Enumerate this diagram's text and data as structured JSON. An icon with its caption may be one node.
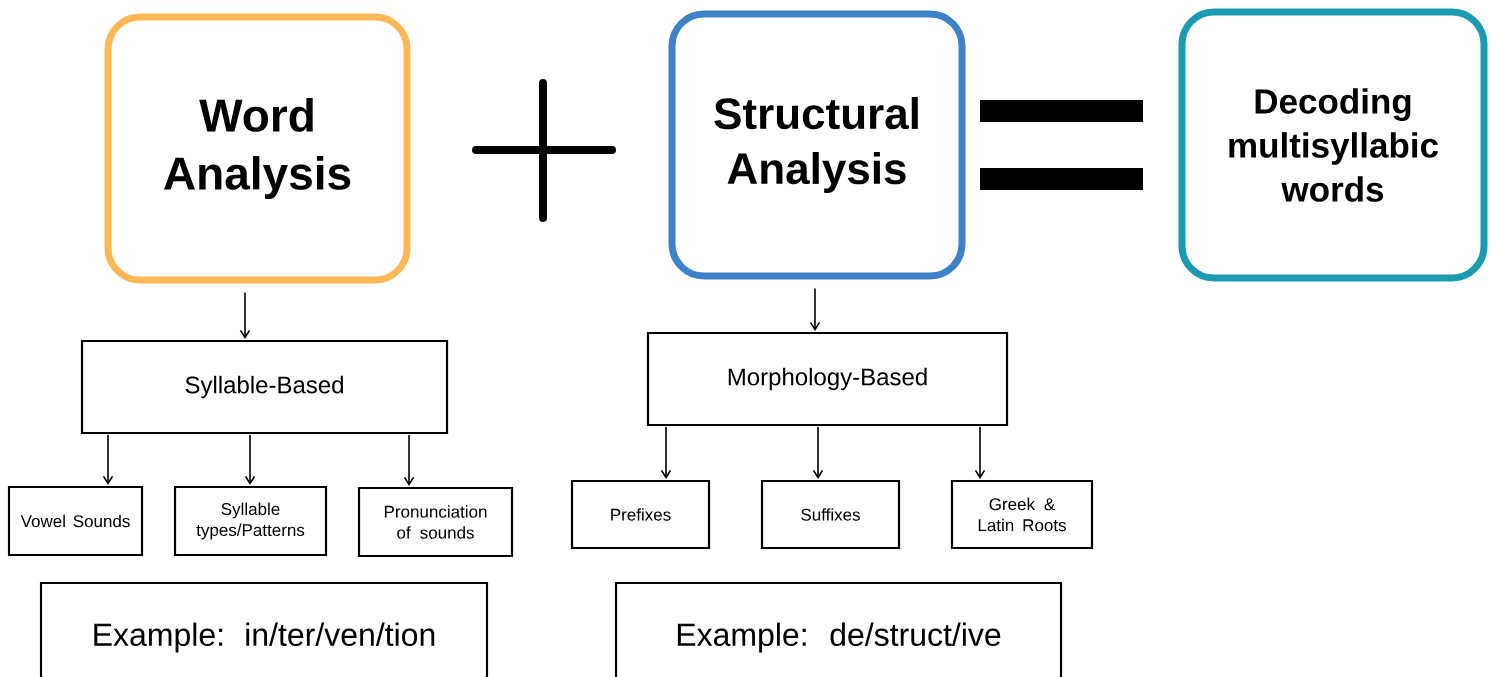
{
  "diagram": {
    "nodes": [
      {
        "text": [
          "Word Analysis"
        ]
      },
      {
        "text": [
          "Structural Analysis"
        ]
      },
      {
        "text": [
          "Decoding multisyllabic words"
        ]
      },
      {
        "text": [
          "Syllable-Based"
        ]
      },
      {
        "text": [
          "Vowel Sounds"
        ]
      },
      {
        "text": [
          "Syllable types/Patterns"
        ]
      },
      {
        "text": [
          "Pronunciation of sounds"
        ]
      },
      {
        "text": [
          "Morphology-Based"
        ]
      },
      {
        "text": [
          "Prefixes"
        ]
      },
      {
        "text": [
          "Suffixes"
        ]
      },
      {
        "text": [
          "Greek & Latin Roots"
        ]
      },
      {
        "text": [
          "Example: in/ter/ven/tion"
        ]
      },
      {
        "text": [
          "Example: de/struct/ive"
        ]
      }
    ],
    "edges": [
      {
        "from": 0,
        "to": 3,
        "arrow": "to"
      },
      {
        "from": 3,
        "to": 4,
        "arrow": "to"
      },
      {
        "from": 3,
        "to": 5,
        "arrow": "to"
      },
      {
        "from": 3,
        "to": 6,
        "arrow": "to"
      },
      {
        "from": 1,
        "to": 7,
        "arrow": "to"
      },
      {
        "from": 7,
        "to": 8,
        "arrow": "to"
      },
      {
        "from": 7,
        "to": 9,
        "arrow": "to"
      },
      {
        "from": 7,
        "to": 10,
        "arrow": "to"
      }
    ]
  }
}
